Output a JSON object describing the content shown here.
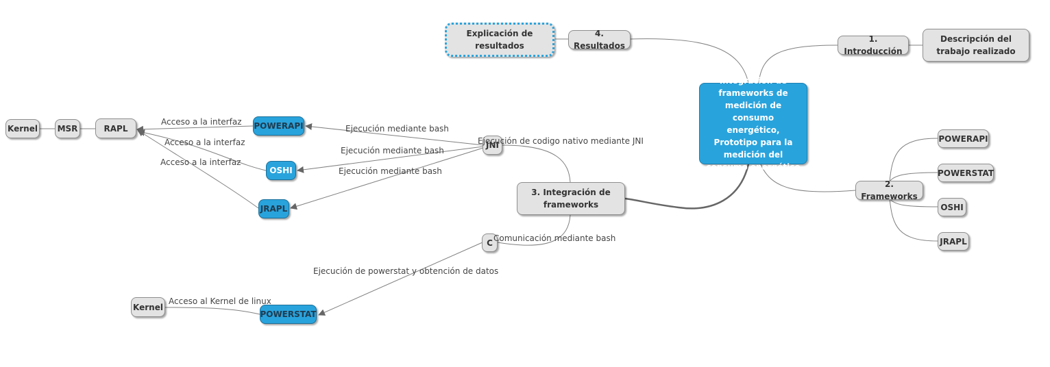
{
  "root": {
    "label": "Integración de frameworks de medición de consumo energético, Prototipo para la medición del consumo energético"
  },
  "nodes": {
    "introduccion": "1. Introducción",
    "descripcion": "Descripción del trabajo realizado",
    "frameworks": "2. Frameworks",
    "fw_powerapi": "POWERAPI",
    "fw_powerstat": "POWERSTAT",
    "fw_oshi": "OSHI",
    "fw_jrapl": "JRAPL",
    "resultados": "4. Resultados",
    "explicacion": "Explicación de resultados",
    "integracion": "3. Integración de frameworks",
    "jni": "JNI",
    "c": "C",
    "powerapi": "POWERAPI",
    "oshi": "OSHI",
    "jrapl": "JRAPL",
    "rapl": "RAPL",
    "msr": "MSR",
    "kernel_top": "Kernel",
    "powerstat": "POWERSTAT",
    "kernel_bottom": "Kernel"
  },
  "labels": {
    "jni_exec": "Ejecución de codigo nativo mediante JNI",
    "bash_powerapi": "Ejecución mediante bash",
    "bash_oshi": "Ejecución mediante bash",
    "bash_jrapl": "Ejecución mediante bash",
    "iface_powerapi": "Acceso a la interfaz",
    "iface_oshi": "Acceso a la interfaz",
    "iface_jrapl": "Acceso a la interfaz",
    "comm_bash": "Comunicación mediante bash",
    "powerstat_exec": "Ejecución de powerstat y obtención de datos",
    "kernel_linux": "Acceso al Kernel de linux"
  },
  "colors": {
    "accent": "#29a3dc",
    "node_fill": "#e3e3e3",
    "edge": "#777777"
  }
}
